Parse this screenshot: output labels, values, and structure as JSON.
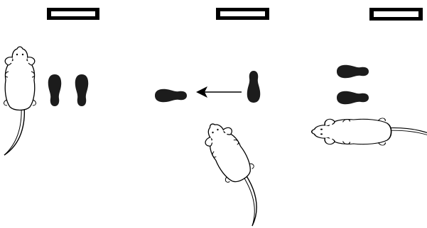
{
  "figure": {
    "panels": [
      {
        "id": "panel-1",
        "rat": {
          "orientation": "facing-up"
        },
        "feeders": {
          "count": 2,
          "arrangement": "side-by-side-vertical"
        },
        "arrow": null
      },
      {
        "id": "panel-2",
        "rat": {
          "orientation": "facing-up-left"
        },
        "feeders": {
          "count": 2,
          "arrangement": "one-vertical-one-horizontal"
        },
        "arrow": {
          "direction": "left"
        }
      },
      {
        "id": "panel-3",
        "rat": {
          "orientation": "facing-left"
        },
        "feeders": {
          "count": 2,
          "arrangement": "stacked-horizontal"
        },
        "arrow": null
      }
    ],
    "colors": {
      "ink": "#000000",
      "fill": "#1c1c1c",
      "background": "#ffffff"
    },
    "icons": {
      "scale_bar": "scale-bar-icon",
      "rat": "rat-outline-icon",
      "feeder": "footprint-feeder-icon",
      "arrow": "arrow-left-icon"
    }
  }
}
